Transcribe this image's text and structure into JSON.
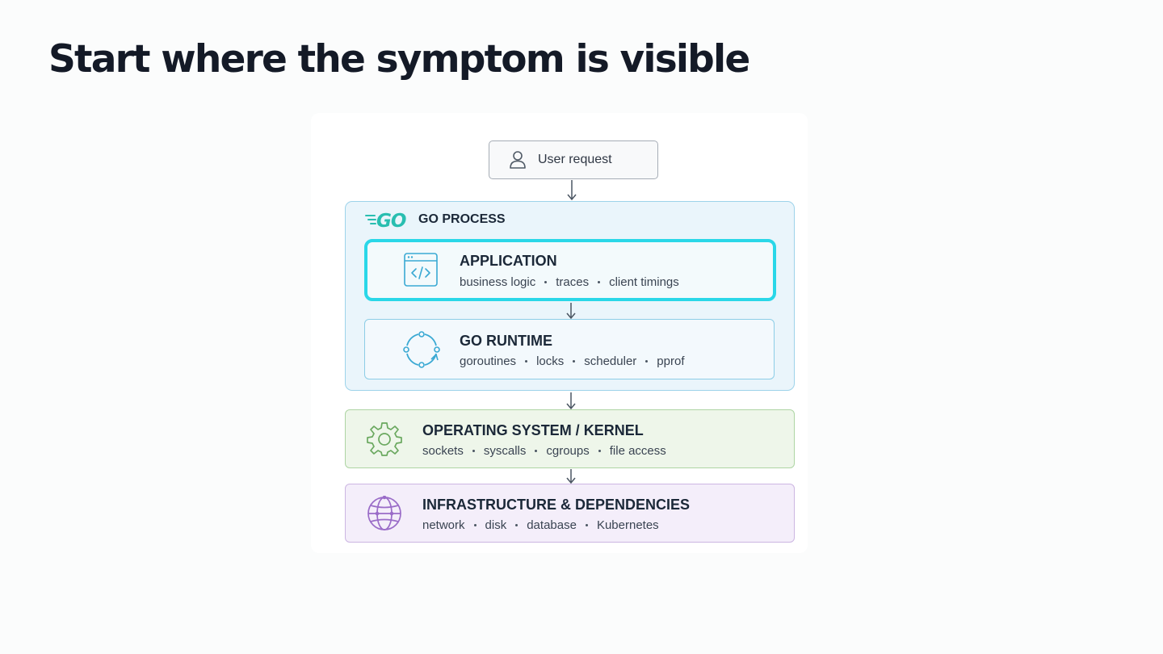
{
  "title": "Start where the symptom is visible",
  "diagram": {
    "user_request": {
      "label": "User request",
      "icon": "user-icon"
    },
    "go_process": {
      "label": "GO PROCESS",
      "logo_text": "GO",
      "logo_color": "#29beb0",
      "layers": {
        "application": {
          "title": "APPLICATION",
          "items": [
            "business logic",
            "traces",
            "client timings"
          ],
          "icon": "code-window-icon",
          "highlight_color": "#2ad7e8"
        },
        "runtime": {
          "title": "GO RUNTIME",
          "items": [
            "goroutines",
            "locks",
            "scheduler",
            "pprof"
          ],
          "icon": "cycle-icon"
        }
      }
    },
    "os": {
      "title": "OPERATING SYSTEM / KERNEL",
      "items": [
        "sockets",
        "syscalls",
        "cgroups",
        "file access"
      ],
      "icon": "gear-icon",
      "color": "#6aa85f"
    },
    "infra": {
      "title": "INFRASTRUCTURE & DEPENDENCIES",
      "items": [
        "network",
        "disk",
        "database",
        "Kubernetes"
      ],
      "icon": "globe-icon",
      "color": "#9a6cc8"
    }
  }
}
